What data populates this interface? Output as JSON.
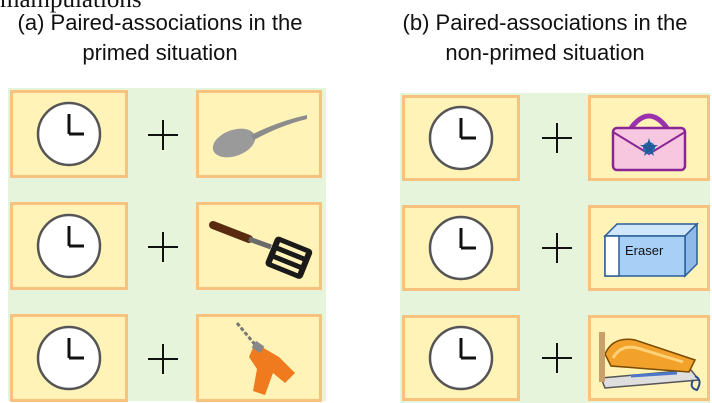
{
  "top_fragment": "mampulations",
  "panels": [
    {
      "caption_line1": "(a) Paired-associations in the",
      "caption_line2": "primed situation",
      "rows": [
        {
          "left": "clock-icon",
          "right": "spoon-icon"
        },
        {
          "left": "clock-icon",
          "right": "spatula-icon"
        },
        {
          "left": "clock-icon",
          "right": "drill-icon"
        }
      ]
    },
    {
      "caption_line1": "(b) Paired-associations in the",
      "caption_line2": "non-primed situation",
      "rows": [
        {
          "left": "clock-icon",
          "right": "purse-icon"
        },
        {
          "left": "clock-icon",
          "right": "eraser-icon",
          "label": "Eraser"
        },
        {
          "left": "clock-icon",
          "right": "stapler-icon"
        }
      ]
    }
  ],
  "colors": {
    "panel_bg": "#e6f4dc",
    "cell_bg": "#fff3b8",
    "cell_border": "#f6c27e"
  }
}
